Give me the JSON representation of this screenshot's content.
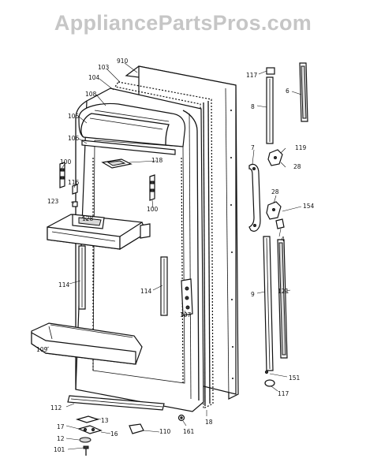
{
  "watermark": "AppliancePartsPros.com",
  "callouts": [
    {
      "id": "c910",
      "text": "910"
    },
    {
      "id": "c103",
      "text": "103"
    },
    {
      "id": "c104",
      "text": "104"
    },
    {
      "id": "c108",
      "text": "108"
    },
    {
      "id": "c105",
      "text": "105"
    },
    {
      "id": "c106",
      "text": "106"
    },
    {
      "id": "c100a",
      "text": "100"
    },
    {
      "id": "c116",
      "text": "116"
    },
    {
      "id": "c123",
      "text": "123"
    },
    {
      "id": "c128",
      "text": "128"
    },
    {
      "id": "c118",
      "text": "118"
    },
    {
      "id": "c100b",
      "text": "100"
    },
    {
      "id": "c114a",
      "text": "114"
    },
    {
      "id": "c114b",
      "text": "114"
    },
    {
      "id": "c107",
      "text": "107"
    },
    {
      "id": "c109",
      "text": "109"
    },
    {
      "id": "c112",
      "text": "112"
    },
    {
      "id": "c13",
      "text": "13"
    },
    {
      "id": "c17",
      "text": "17"
    },
    {
      "id": "c16",
      "text": "16"
    },
    {
      "id": "c12",
      "text": "12"
    },
    {
      "id": "c101",
      "text": "101"
    },
    {
      "id": "c110",
      "text": "110"
    },
    {
      "id": "c161",
      "text": "161"
    },
    {
      "id": "c18",
      "text": "18"
    },
    {
      "id": "c117a",
      "text": "117"
    },
    {
      "id": "c6",
      "text": "6"
    },
    {
      "id": "c8",
      "text": "8"
    },
    {
      "id": "c7",
      "text": "7"
    },
    {
      "id": "c119",
      "text": "119"
    },
    {
      "id": "c28a",
      "text": "28"
    },
    {
      "id": "c28b",
      "text": "28"
    },
    {
      "id": "c154",
      "text": "154"
    },
    {
      "id": "c4",
      "text": "4"
    },
    {
      "id": "c9",
      "text": "9"
    },
    {
      "id": "c121",
      "text": "121"
    },
    {
      "id": "c151",
      "text": "151"
    },
    {
      "id": "c117b",
      "text": "117"
    }
  ]
}
